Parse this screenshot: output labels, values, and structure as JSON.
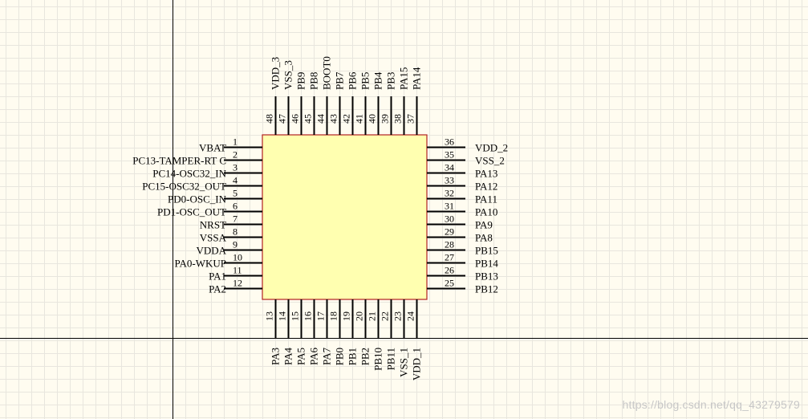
{
  "chip": {
    "left_pins": [
      {
        "num": "1",
        "label": "VBAT"
      },
      {
        "num": "2",
        "label": "PC13-TAMPER-RT C"
      },
      {
        "num": "3",
        "label": "PC14-OSC32_IN"
      },
      {
        "num": "4",
        "label": "PC15-OSC32_OUT"
      },
      {
        "num": "5",
        "label": "PD0-OSC_IN"
      },
      {
        "num": "6",
        "label": "PD1-OSC_OUT"
      },
      {
        "num": "7",
        "label": "NRST"
      },
      {
        "num": "8",
        "label": "VSSA"
      },
      {
        "num": "9",
        "label": "VDDA"
      },
      {
        "num": "10",
        "label": "PA0-WKUP"
      },
      {
        "num": "11",
        "label": "PA1"
      },
      {
        "num": "12",
        "label": "PA2"
      }
    ],
    "right_pins": [
      {
        "num": "36",
        "label": "VDD_2"
      },
      {
        "num": "35",
        "label": "VSS_2"
      },
      {
        "num": "34",
        "label": "PA13"
      },
      {
        "num": "33",
        "label": "PA12"
      },
      {
        "num": "32",
        "label": "PA11"
      },
      {
        "num": "31",
        "label": "PA10"
      },
      {
        "num": "30",
        "label": "PA9"
      },
      {
        "num": "29",
        "label": "PA8"
      },
      {
        "num": "28",
        "label": "PB15"
      },
      {
        "num": "27",
        "label": "PB14"
      },
      {
        "num": "26",
        "label": "PB13"
      },
      {
        "num": "25",
        "label": "PB12"
      }
    ],
    "top_pins": [
      {
        "num": "48",
        "label": "VDD_3"
      },
      {
        "num": "47",
        "label": "VSS_3"
      },
      {
        "num": "46",
        "label": "PB9"
      },
      {
        "num": "45",
        "label": "PB8"
      },
      {
        "num": "44",
        "label": "BOOT0"
      },
      {
        "num": "43",
        "label": "PB7"
      },
      {
        "num": "42",
        "label": "PB6"
      },
      {
        "num": "41",
        "label": "PB5"
      },
      {
        "num": "40",
        "label": "PB4"
      },
      {
        "num": "39",
        "label": "PB3"
      },
      {
        "num": "38",
        "label": "PA15"
      },
      {
        "num": "37",
        "label": "PA14"
      }
    ],
    "bottom_pins": [
      {
        "num": "13",
        "label": "PA3"
      },
      {
        "num": "14",
        "label": "PA4"
      },
      {
        "num": "15",
        "label": "PA5"
      },
      {
        "num": "16",
        "label": "PA6"
      },
      {
        "num": "17",
        "label": "PA7"
      },
      {
        "num": "18",
        "label": "PB0"
      },
      {
        "num": "19",
        "label": "PB1"
      },
      {
        "num": "20",
        "label": "PB2"
      },
      {
        "num": "21",
        "label": "PB10"
      },
      {
        "num": "22",
        "label": "PB11"
      },
      {
        "num": "23",
        "label": "VSS_1"
      },
      {
        "num": "24",
        "label": "VDD_1"
      }
    ]
  },
  "colors": {
    "canvas": "#fffcf0",
    "grid": "#e8e6de",
    "chip_fill": "#ffffb0",
    "chip_border": "#b22222",
    "wire": "#000000",
    "watermark": "#c7c7c7"
  },
  "watermark": "https://blog.csdn.net/qq_43279579"
}
